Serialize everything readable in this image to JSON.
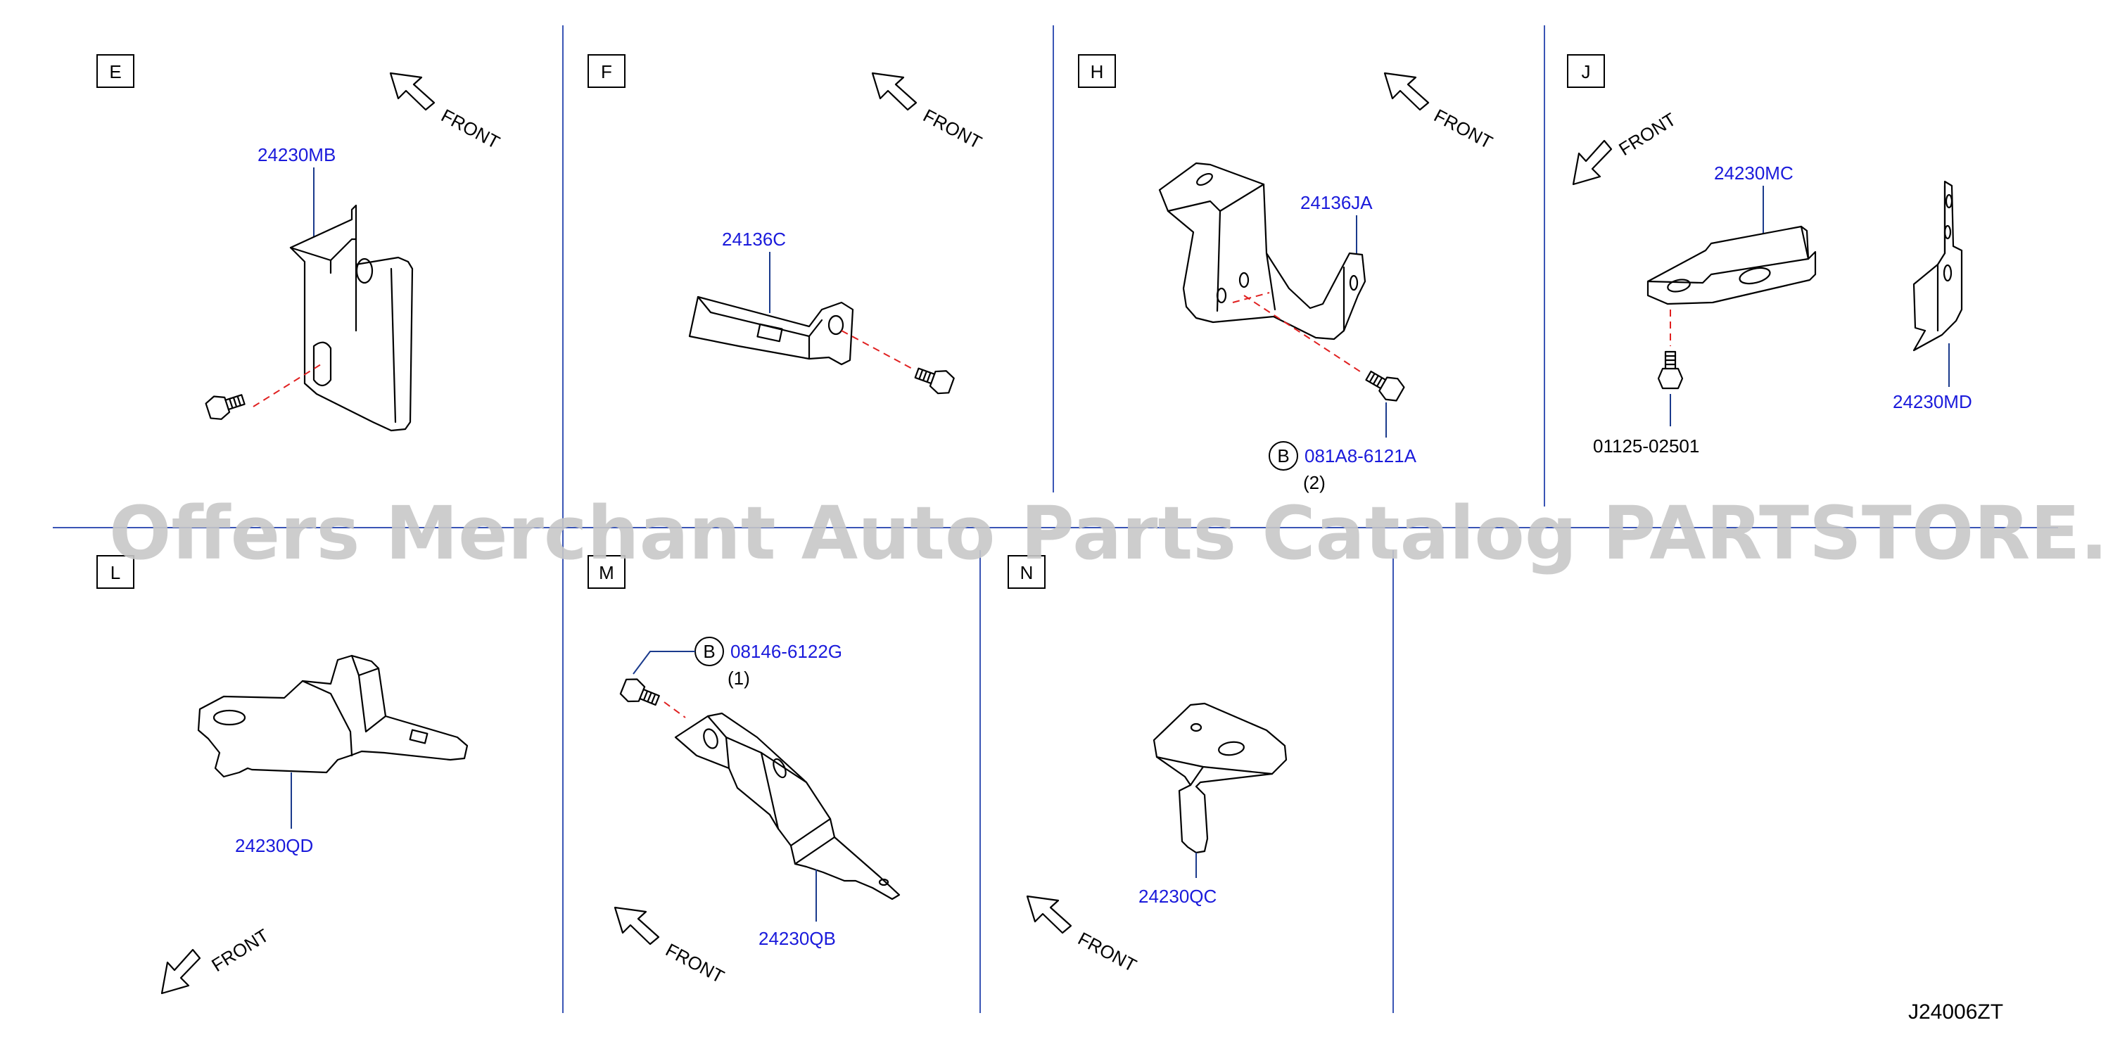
{
  "panels": [
    {
      "letter": "E"
    },
    {
      "letter": "F"
    },
    {
      "letter": "H"
    },
    {
      "letter": "J"
    },
    {
      "letter": "L"
    },
    {
      "letter": "M"
    },
    {
      "letter": "N"
    }
  ],
  "front_label": "FRONT",
  "parts": {
    "e_bracket": "24230MB",
    "f_bracket": "24136C",
    "h_bracket": "24136JA",
    "h_bolt": "081A8-6121A",
    "h_bolt_qty": "(2)",
    "h_bolt_marker": "B",
    "j_bracket_upper": "24230MC",
    "j_bracket_side": "24230MD",
    "j_bolt": "01125-02501",
    "l_bracket": "24230QD",
    "m_bolt": "08146-6122G",
    "m_bolt_qty": "(1)",
    "m_bolt_marker": "B",
    "m_bracket": "24230QB",
    "n_bracket": "24230QC"
  },
  "watermark": "Offers Merchant Auto Parts Catalog PARTSTORE.SA",
  "diagram_code": "J24006ZT"
}
